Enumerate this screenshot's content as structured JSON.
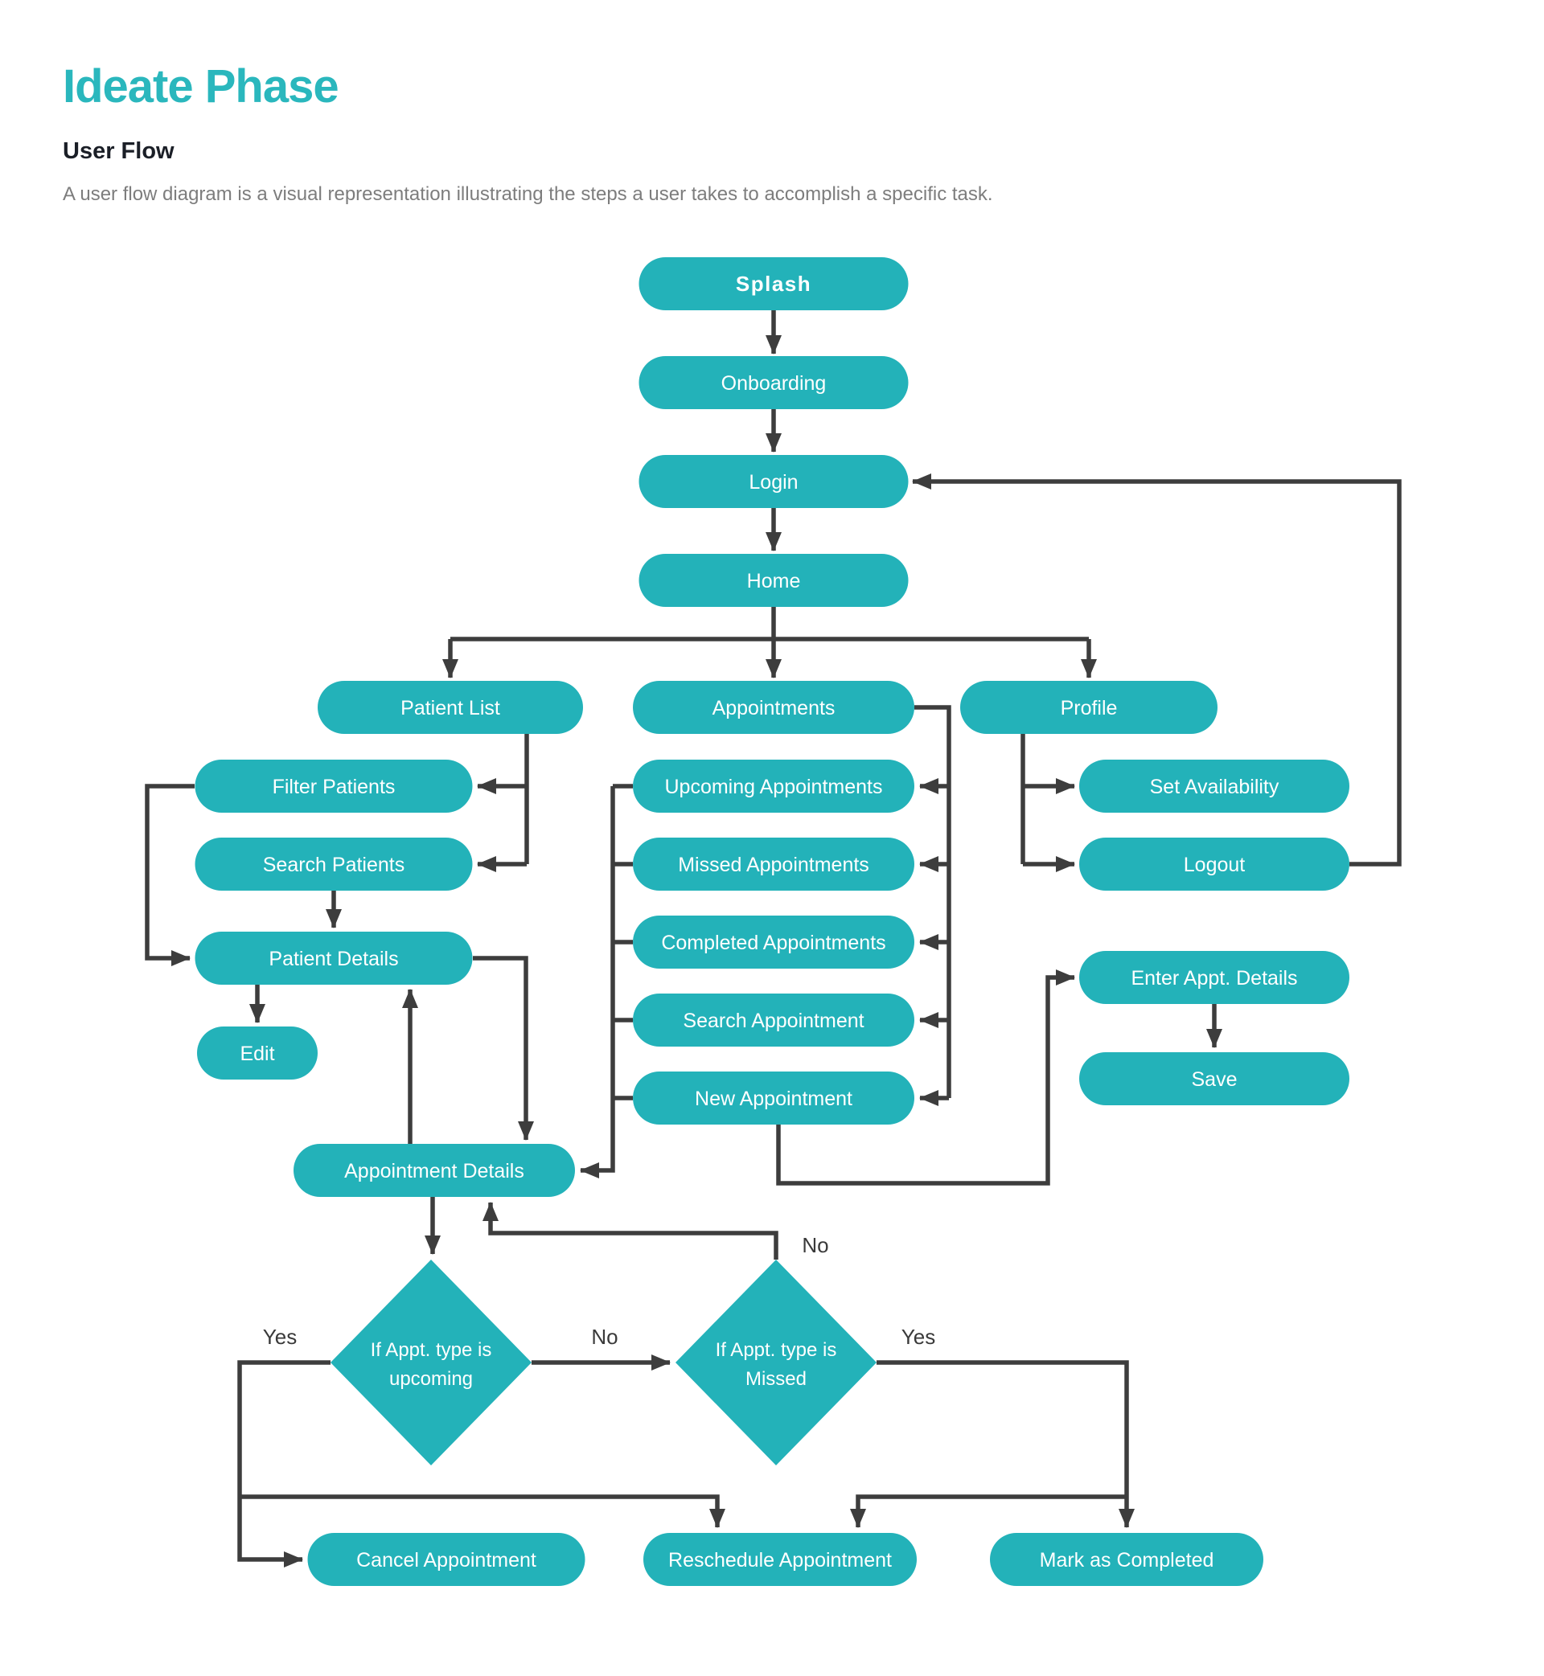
{
  "page": {
    "title": "Ideate Phase",
    "subtitle": "User Flow",
    "description": "A user flow diagram is a visual representation illustrating the steps a user takes to accomplish a specific task."
  },
  "colors": {
    "title": "#2ab7bd",
    "heading": "#1b1f27",
    "desc": "#7d7d7d",
    "node": "#23b2b9",
    "node-text": "#ffffff",
    "edge": "#3d3d3d",
    "edge-label": "#3a3a3a",
    "bg": "#ffffff"
  },
  "flow": {
    "nodes": {
      "splash": "Splash",
      "onboarding": "Onboarding",
      "login": "Login",
      "home": "Home",
      "patient_list": "Patient List",
      "appointments": "Appointments",
      "profile": "Profile",
      "filter_patients": "Filter Patients",
      "search_patients": "Search Patients",
      "patient_details": "Patient Details",
      "edit": "Edit",
      "upcoming": "Upcoming Appointments",
      "missed": "Missed Appointments",
      "completed": "Completed Appointments",
      "search_appointment": "Search Appointment",
      "new_appointment": "New Appointment",
      "set_availability": "Set Availability",
      "logout": "Logout",
      "enter_appt_details": "Enter Appt. Details",
      "save": "Save",
      "appointment_details": "Appointment Details",
      "cancel_appointment": "Cancel Appointment",
      "reschedule_appointment": "Reschedule Appointment",
      "mark_as_completed": "Mark as Completed"
    },
    "decisions": {
      "upcoming_check": {
        "line1": "If Appt. type is",
        "line2": "upcoming"
      },
      "missed_check": {
        "line1": "If Appt. type is",
        "line2": "Missed"
      }
    },
    "edge_labels": {
      "yes_upcoming": "Yes",
      "no_upcoming": "No",
      "no_missed": "No",
      "yes_missed": "Yes"
    },
    "edges": [
      {
        "from": "splash",
        "to": "onboarding"
      },
      {
        "from": "onboarding",
        "to": "login"
      },
      {
        "from": "login",
        "to": "home"
      },
      {
        "from": "home",
        "to": "patient_list"
      },
      {
        "from": "home",
        "to": "appointments"
      },
      {
        "from": "home",
        "to": "profile"
      },
      {
        "from": "patient_list",
        "to": "filter_patients"
      },
      {
        "from": "patient_list",
        "to": "search_patients"
      },
      {
        "from": "filter_patients",
        "to": "patient_details"
      },
      {
        "from": "search_patients",
        "to": "patient_details"
      },
      {
        "from": "patient_details",
        "to": "edit"
      },
      {
        "from": "patient_details",
        "to": "appointment_details"
      },
      {
        "from": "appointment_details",
        "to": "patient_details"
      },
      {
        "from": "appointments",
        "to": "upcoming"
      },
      {
        "from": "appointments",
        "to": "missed"
      },
      {
        "from": "appointments",
        "to": "completed"
      },
      {
        "from": "appointments",
        "to": "search_appointment"
      },
      {
        "from": "appointments",
        "to": "new_appointment"
      },
      {
        "from": "upcoming",
        "to": "appointment_details"
      },
      {
        "from": "missed",
        "to": "appointment_details"
      },
      {
        "from": "completed",
        "to": "appointment_details"
      },
      {
        "from": "search_appointment",
        "to": "appointment_details"
      },
      {
        "from": "new_appointment",
        "to": "appointment_details"
      },
      {
        "from": "new_appointment",
        "to": "enter_appt_details"
      },
      {
        "from": "enter_appt_details",
        "to": "save"
      },
      {
        "from": "profile",
        "to": "set_availability"
      },
      {
        "from": "profile",
        "to": "logout"
      },
      {
        "from": "logout",
        "to": "login"
      },
      {
        "from": "appointment_details",
        "to": "upcoming_check"
      },
      {
        "from": "upcoming_check",
        "to": "cancel_appointment",
        "label": "Yes"
      },
      {
        "from": "upcoming_check",
        "to": "reschedule_appointment",
        "label": "Yes"
      },
      {
        "from": "upcoming_check",
        "to": "missed_check",
        "label": "No"
      },
      {
        "from": "missed_check",
        "to": "appointment_details",
        "label": "No"
      },
      {
        "from": "missed_check",
        "to": "reschedule_appointment",
        "label": "Yes"
      },
      {
        "from": "missed_check",
        "to": "mark_as_completed",
        "label": "Yes"
      }
    ]
  }
}
